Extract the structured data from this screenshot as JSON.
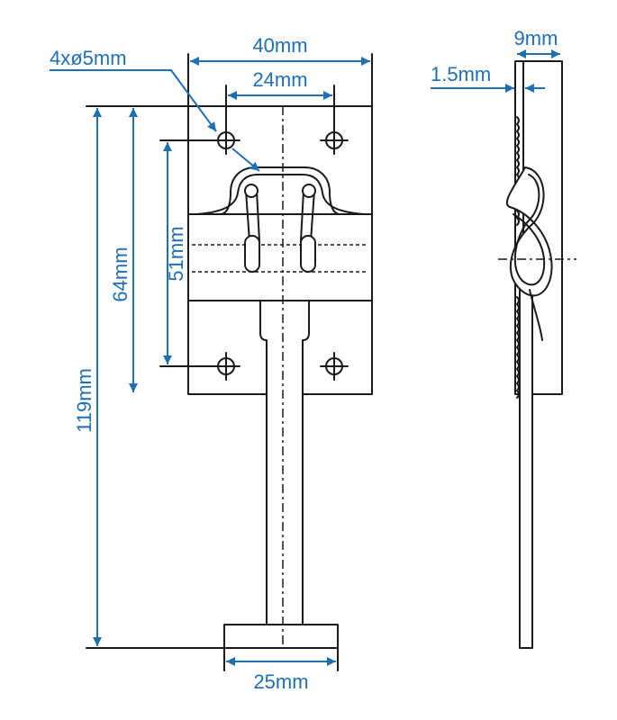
{
  "dimensions": {
    "holes": "4xø5mm",
    "plate_width": "40mm",
    "hole_spacing_horizontal": "24mm",
    "hole_spacing_vertical": "51mm",
    "plate_height": "64mm",
    "total_length": "119mm",
    "foot_width": "25mm",
    "side_width": "9mm",
    "plate_thickness": "1.5mm"
  },
  "colors": {
    "dimension": "#1f6fb5",
    "outline": "#1a1a1a"
  }
}
